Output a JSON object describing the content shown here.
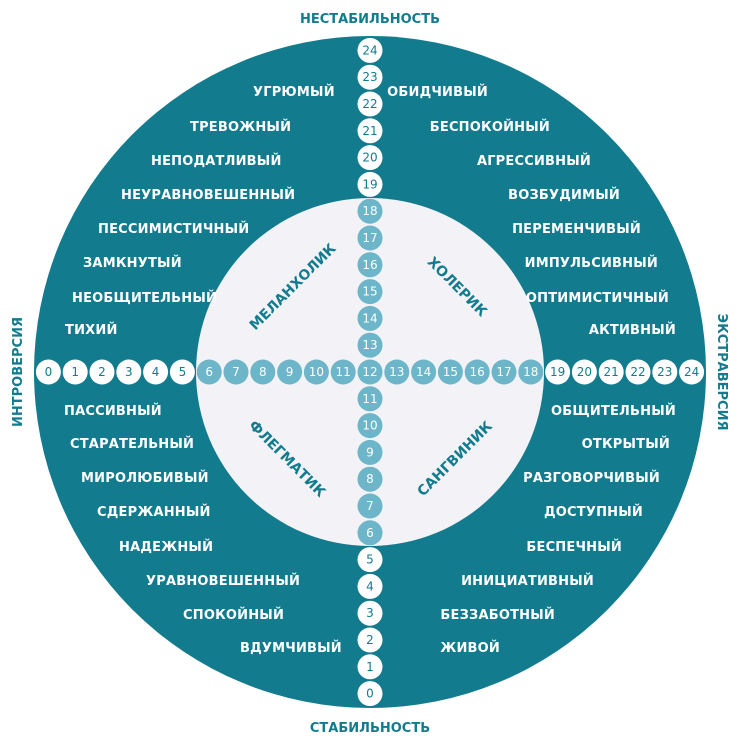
{
  "colors": {
    "outer": "#137b8e",
    "inner": "#f3f2f6",
    "inner_bubble": "#6db5c8",
    "outer_bubble": "#ffffff"
  },
  "axes": {
    "top": "НЕСТАБИЛЬНОСТЬ",
    "bottom": "СТАБИЛЬНОСТЬ",
    "left": "ИНТРОВЕРСИЯ",
    "right": "ЭКСТРАВЕРСИЯ"
  },
  "temperaments": {
    "melancholic": "МЕЛАНХОЛИК",
    "choleric": "ХОЛЕРИК",
    "phlegmatic": "ФЛЕГМАТИК",
    "sanguine": "САНГВИНИК"
  },
  "scale": {
    "horizontal": [
      0,
      1,
      2,
      3,
      4,
      5,
      6,
      7,
      8,
      9,
      10,
      11,
      12,
      13,
      14,
      15,
      16,
      17,
      18,
      19,
      20,
      21,
      22,
      23,
      24
    ],
    "vertical_top": [
      24,
      23,
      22,
      21,
      20,
      19,
      18,
      17,
      16,
      15,
      14,
      13
    ],
    "vertical_bottom": [
      11,
      10,
      9,
      8,
      7,
      6,
      5,
      4,
      3,
      2,
      1,
      0
    ]
  },
  "traits": {
    "top_left": [
      "УГРЮМЫЙ",
      "ТРЕВОЖНЫЙ",
      "НЕПОДАТЛИВЫЙ",
      "НЕУРАВНОВЕШЕННЫЙ",
      "ПЕССИМИСТИЧНЫЙ",
      "ЗАМКНУТЫЙ",
      "НЕОБЩИТЕЛЬНЫЙ",
      "ТИХИЙ"
    ],
    "top_right": [
      "ОБИДЧИВЫЙ",
      "БЕСПОКОЙНЫЙ",
      "АГРЕССИВНЫЙ",
      "ВОЗБУДИМЫЙ",
      "ПЕРЕМЕНЧИВЫЙ",
      "ИМПУЛЬСИВНЫЙ",
      "ОПТИМИСТИЧНЫЙ",
      "АКТИВНЫЙ"
    ],
    "bottom_left": [
      "ПАССИВНЫЙ",
      "СТАРАТЕЛЬНЫЙ",
      "МИРОЛЮБИВЫЙ",
      "СДЕРЖАННЫЙ",
      "НАДЕЖНЫЙ",
      "УРАВНОВЕШЕННЫЙ",
      "СПОКОЙНЫЙ",
      "ВДУМЧИВЫЙ"
    ],
    "bottom_right": [
      "ОБЩИТЕЛЬНЫЙ",
      "ОТКРЫТЫЙ",
      "РАЗГОВОРЧИВЫЙ",
      "ДОСТУПНЫЙ",
      "БЕСПЕЧНЫЙ",
      "ИНИЦИАТИВНЫЙ",
      "БЕЗЗАБОТНЫЙ",
      "ЖИВОЙ"
    ]
  }
}
